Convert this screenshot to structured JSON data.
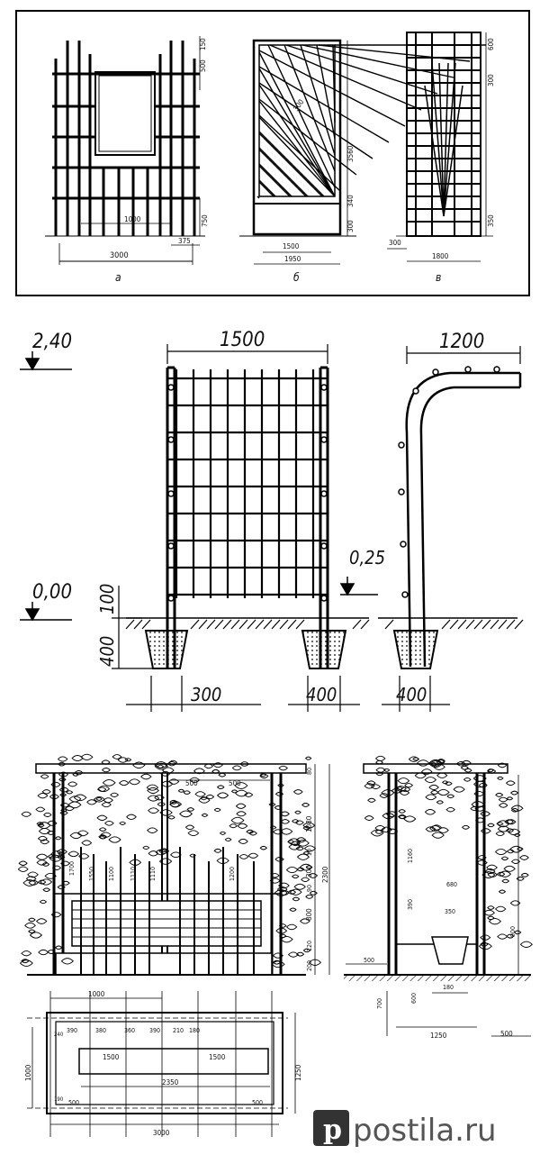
{
  "panel1": {
    "a": {
      "label": "а",
      "w": "3000",
      "spacing": "1000",
      "side": "375",
      "top1": "500",
      "top2": "150",
      "bottom": "750"
    },
    "b": {
      "label": "б",
      "inner": "1500",
      "outer": "1950",
      "diag": "300",
      "height": "3560",
      "sub": "340",
      "base": "300"
    },
    "c": {
      "label": "в",
      "width": "1800",
      "left": "300",
      "top": "600",
      "mid": "300",
      "low": "350"
    }
  },
  "panel2": {
    "level_top": "2,40",
    "level_zero": "0,00",
    "level_post": "0,25",
    "width_trellis": "1500",
    "width_arch": "1200",
    "above": "100",
    "depth": "400",
    "foot1": "300",
    "foot2": "400",
    "foot3": "400"
  },
  "panel3": {
    "front": {
      "top_dims": [
        "500",
        "500"
      ],
      "side_dims": [
        "80",
        "1080",
        "10",
        "300",
        "90",
        "800",
        "120",
        "200"
      ],
      "total": "2300",
      "inner_dims": [
        "1700",
        "1550",
        "1100",
        "1110",
        "1110",
        "1200"
      ]
    },
    "side": {
      "dims": [
        "1160",
        "680",
        "350",
        "390",
        "900"
      ],
      "base_w": "500",
      "base_h": "700",
      "depth": "600",
      "foot": "180",
      "span": "1250",
      "right": "500"
    },
    "plan": {
      "top": "1000",
      "row": [
        "390",
        "380",
        "360",
        "390",
        "210",
        "180"
      ],
      "inner": [
        "1500",
        "1500"
      ],
      "mid": "2350",
      "total": "3000",
      "left": "1000",
      "right": "1250",
      "low": [
        "500",
        "500"
      ],
      "small": [
        "240",
        "190"
      ]
    }
  },
  "watermark": "postila.ru"
}
